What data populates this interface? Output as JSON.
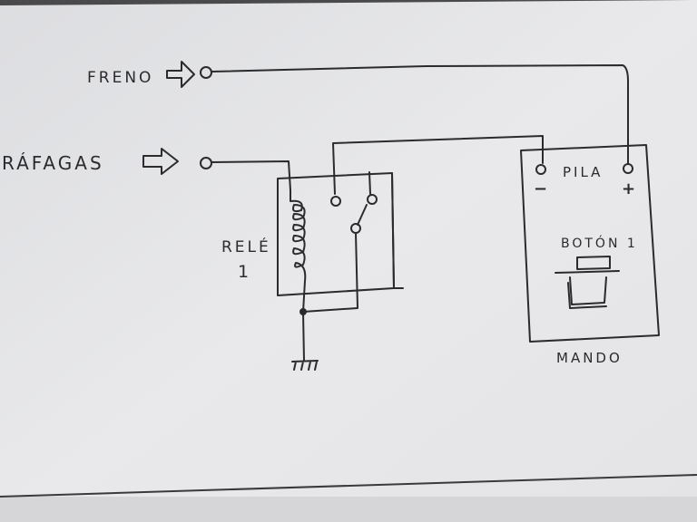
{
  "labels": {
    "freno": "FRENO",
    "rafagas": "RÁFAGAS",
    "rele_name": "RELÉ",
    "rele_number": "1",
    "pila": "PILA",
    "pila_minus": "−",
    "pila_plus": "+",
    "boton": "BOTÓN 1",
    "mando": "MANDO"
  },
  "colors": {
    "paper": "#e6e6e8",
    "ink": "#2b2b2f",
    "background": "#4a4a4c"
  }
}
